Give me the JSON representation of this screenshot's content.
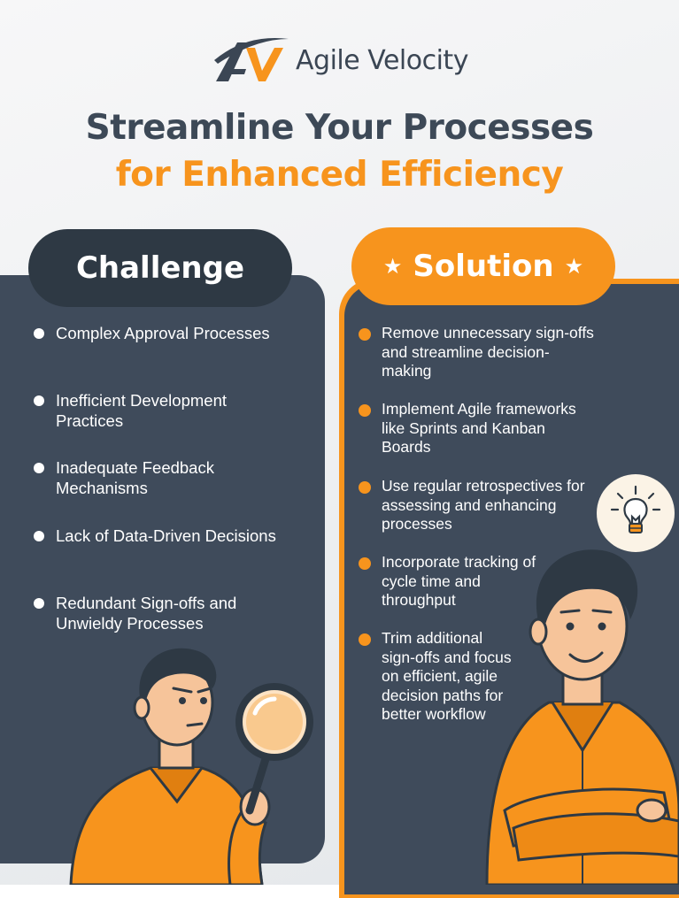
{
  "brand": {
    "name": "Agile Velocity",
    "mark": "AV",
    "colors": {
      "navy": "#3f4b5b",
      "dark": "#2e3944",
      "orange": "#f7941d"
    }
  },
  "header": {
    "title_line1": "Streamline Your Processes",
    "title_line2": "for Enhanced Efficiency"
  },
  "challenge": {
    "heading": "Challenge",
    "items": [
      "Complex Approval Processes",
      "Inefficient Development Practices",
      "Inadequate Feedback Mechanisms",
      "Lack of Data-Driven Decisions",
      "Redundant Sign-offs and Unwieldy Processes"
    ]
  },
  "solution": {
    "heading": "Solution",
    "star_glyph": "★",
    "items": [
      "Remove unnecessary sign-offs and streamline decision-making",
      "Implement Agile frameworks like Sprints and Kanban Boards",
      "Use regular retrospectives for assessing and enhancing processes",
      "Incorporate tracking of cycle time and throughput",
      "Trim additional sign-offs and focus on efficient, agile decision paths for better workflow"
    ]
  },
  "icons": [
    "logo-icon",
    "star-icon",
    "lightbulb-icon",
    "magnifying-glass-icon"
  ]
}
